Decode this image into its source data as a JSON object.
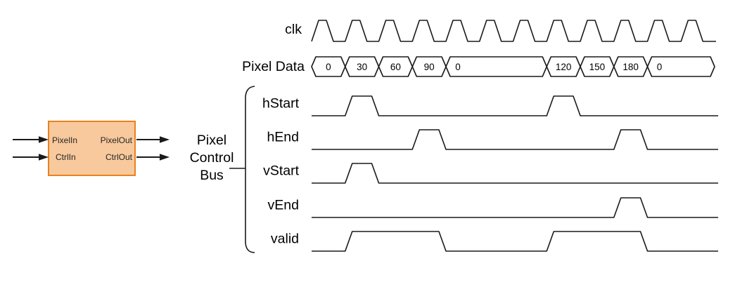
{
  "colors": {
    "line": "#1a1a1a",
    "text": "#000000",
    "block_fill": "#f8c99c",
    "block_border": "#e8821e",
    "block_text": "#262626"
  },
  "block": {
    "ports": {
      "in_top": "PixelIn",
      "in_bottom": "CtrlIn",
      "out_top": "PixelOut",
      "out_bottom": "CtrlOut"
    }
  },
  "bus_label": {
    "line1": "Pixel",
    "line2": "Control",
    "line3": "Bus"
  },
  "timing": {
    "cycles": 12,
    "clk": {
      "label": "clk"
    },
    "pixel_data": {
      "label": "Pixel Data",
      "cells": [
        {
          "text": "0",
          "from": 0,
          "to": 1
        },
        {
          "text": "30",
          "from": 1,
          "to": 2
        },
        {
          "text": "60",
          "from": 2,
          "to": 3
        },
        {
          "text": "90",
          "from": 3,
          "to": 4
        },
        {
          "text": "0",
          "from": 4,
          "to": 7,
          "align": "left"
        },
        {
          "text": "120",
          "from": 7,
          "to": 8
        },
        {
          "text": "150",
          "from": 8,
          "to": 9
        },
        {
          "text": "180",
          "from": 9,
          "to": 10
        },
        {
          "text": "0",
          "from": 10,
          "to": 12,
          "align": "left"
        }
      ]
    },
    "control_signals": [
      {
        "label": "hStart",
        "pulses": [
          [
            1,
            2
          ],
          [
            7,
            8
          ]
        ]
      },
      {
        "label": "hEnd",
        "pulses": [
          [
            3,
            4
          ],
          [
            9,
            10
          ]
        ]
      },
      {
        "label": "vStart",
        "pulses": [
          [
            1,
            2
          ]
        ]
      },
      {
        "label": "vEnd",
        "pulses": [
          [
            9,
            10
          ]
        ]
      },
      {
        "label": "valid",
        "pulses": [
          [
            1,
            4
          ],
          [
            7,
            10
          ]
        ]
      }
    ]
  }
}
